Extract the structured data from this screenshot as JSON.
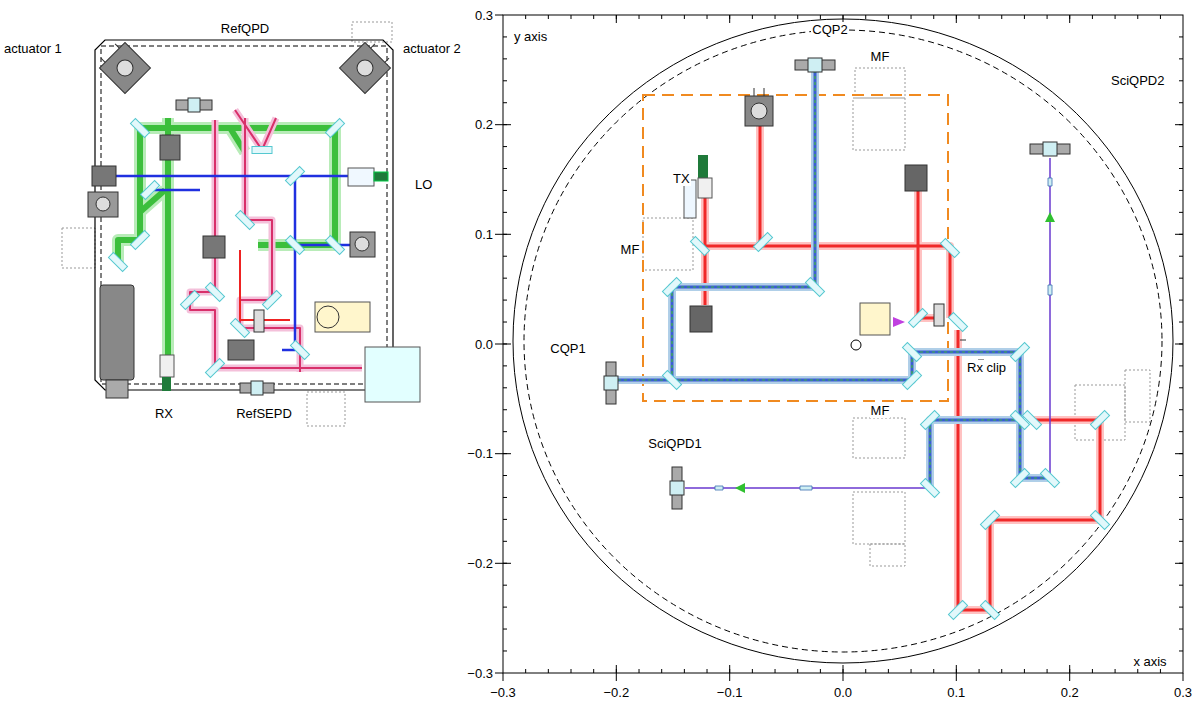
{
  "diagram": {
    "labels": [
      "actuator 1",
      "RefQPD",
      "actuator 2",
      "LO",
      "RX",
      "RefSEPD",
      "y axis",
      "CQP2",
      "MF",
      "TX",
      "SciQPD2",
      "MF",
      "CQP1",
      "Rx clip",
      "MF",
      "SciQPD1",
      "x axis",
      "0.3",
      "0.2",
      "0.1",
      "0.0",
      "−0.1",
      "−0.2",
      "−0.3",
      "−0.3",
      "−0.2",
      "−0.1",
      "0.0",
      "0.1",
      "0.2",
      "0.3"
    ]
  }
}
